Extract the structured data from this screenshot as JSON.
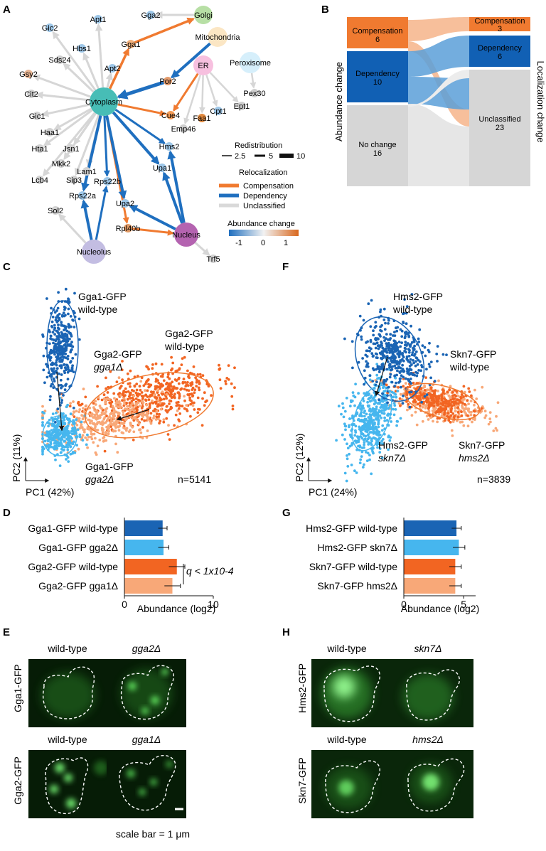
{
  "panels": {
    "A": "A",
    "B": "B",
    "C": "C",
    "D": "D",
    "E": "E",
    "F": "F",
    "G": "G",
    "H": "H"
  },
  "network": {
    "compartments": [
      {
        "id": "golgi",
        "label": "Golgi",
        "color": "#b7dfa5"
      },
      {
        "id": "mito",
        "label": "Mitochondria",
        "color": "#fbe6c4"
      },
      {
        "id": "er",
        "label": "ER",
        "color": "#f7c0df"
      },
      {
        "id": "perox",
        "label": "Peroxisome",
        "color": "#d6effb"
      },
      {
        "id": "cyto",
        "label": "Cytoplasm",
        "color": "#47bdb6"
      },
      {
        "id": "nucleus",
        "label": "Nucleus",
        "color": "#b463b0"
      },
      {
        "id": "nucleolus",
        "label": "Nucleolus",
        "color": "#c3bde2"
      }
    ],
    "proteins": [
      {
        "label": "Gga2",
        "color": "#9ec7e8"
      },
      {
        "label": "Apt1",
        "color": "#9ec7e8"
      },
      {
        "label": "Gic2",
        "color": "#9ec7e8"
      },
      {
        "label": "Hbs1",
        "color": "#9ec7e8"
      },
      {
        "label": "Gga1",
        "color": "#f3b27e"
      },
      {
        "label": "Sds24",
        "color": "#cfcfcf"
      },
      {
        "label": "Apt2",
        "color": "#9ec7e8"
      },
      {
        "label": "Gsy2",
        "color": "#e8b593"
      },
      {
        "label": "Por2",
        "color": "#e39b6c"
      },
      {
        "label": "Cit2",
        "color": "#d2d2d2"
      },
      {
        "label": "Pex30",
        "color": "#cfcfcf"
      },
      {
        "label": "Ept1",
        "color": "#cfcfcf"
      },
      {
        "label": "Cpt1",
        "color": "#9ec7e8"
      },
      {
        "label": "Faa1",
        "color": "#e0883d"
      },
      {
        "label": "Gic1",
        "color": "#d2d2d2"
      },
      {
        "label": "Cue4",
        "color": "#f39a55"
      },
      {
        "label": "Emp46",
        "color": "#cfcfcf"
      },
      {
        "label": "Haa1",
        "color": "#d2d2d2"
      },
      {
        "label": "Hta1",
        "color": "#d2d2d2"
      },
      {
        "label": "Jsn1",
        "color": "#d2d2d2"
      },
      {
        "label": "Mkk2",
        "color": "#d2d2d2"
      },
      {
        "label": "Lcb4",
        "color": "#d2d2d2"
      },
      {
        "label": "Hms2",
        "color": "#9ec7e8"
      },
      {
        "label": "Sip3",
        "color": "#d2d2d2"
      },
      {
        "label": "Lam1",
        "color": "#d2d2d2"
      },
      {
        "label": "Rps22b",
        "color": "#9ec7e8"
      },
      {
        "label": "Upa1",
        "color": "#9ec7e8"
      },
      {
        "label": "Rps22a",
        "color": "#9ec7e8"
      },
      {
        "label": "Sol2",
        "color": "#d2d2d2"
      },
      {
        "label": "Upa2",
        "color": "#9ec7e8"
      },
      {
        "label": "Rpl40b",
        "color": "#e09a66"
      },
      {
        "label": "Trf5",
        "color": "#d2d2d2"
      }
    ],
    "legend": {
      "redistribution_title": "Redistribution",
      "redistribution_values": [
        "2.5",
        "5",
        "10"
      ],
      "relocalization_title": "Relocalization",
      "relocalization_items": [
        {
          "label": "Compensation",
          "color": "#f07a30"
        },
        {
          "label": "Dependency",
          "color": "#1f6fbf"
        },
        {
          "label": "Unclassified",
          "color": "#d9d9d9"
        }
      ],
      "abundance_title": "Abundance change",
      "abundance_ticks": [
        "-1",
        "0",
        "1"
      ]
    }
  },
  "sankey": {
    "left_axis_label": "Abundance change",
    "right_axis_label": "Localization change",
    "left": [
      {
        "label": "Compensation",
        "count": "6",
        "color": "#f07a30"
      },
      {
        "label": "Dependency",
        "count": "10",
        "color": "#1160b4"
      },
      {
        "label": "No change",
        "count": "16",
        "color": "#d6d6d6"
      }
    ],
    "right": [
      {
        "label": "Compensation",
        "count": "3",
        "color": "#f07a30"
      },
      {
        "label": "Dependency",
        "count": "6",
        "color": "#1160b4"
      },
      {
        "label": "Unclassified",
        "count": "23",
        "color": "#d6d6d6"
      }
    ]
  },
  "pca_C": {
    "labels": {
      "g1wt_a": "Gga1-GFP",
      "g1wt_b": "wild-type",
      "g2g1_a": "Gga2-GFP",
      "g2g1_b": "gga1Δ",
      "g2wt_a": "Gga2-GFP",
      "g2wt_b": "wild-type",
      "g1g2_a": "Gga1-GFP",
      "g1g2_b": "gga2Δ"
    },
    "n": "n=5141",
    "xaxis": "PC1 (42%)",
    "yaxis": "PC2 (11%)"
  },
  "pca_F": {
    "labels": {
      "h2wt_a": "Hms2-GFP",
      "h2wt_b": "wild-type",
      "s7wt_a": "Skn7-GFP",
      "s7wt_b": "wild-type",
      "h2s7_a": "Hms2-GFP",
      "h2s7_b": "skn7Δ",
      "s7h2_a": "Skn7-GFP",
      "s7h2_b": "hms2Δ"
    },
    "n": "n=3839",
    "xaxis": "PC1 (24%)",
    "yaxis": "PC2 (12%)"
  },
  "chart_data": [
    {
      "type": "bar",
      "orientation": "horizontal",
      "categories": [
        "Gga1-GFP wild-type",
        "Gga1-GFP gga2Δ",
        "Gga2-GFP wild-type",
        "Gga2-GFP gga1Δ"
      ],
      "values": [
        4.3,
        4.4,
        5.9,
        5.4
      ],
      "errors": [
        0.5,
        0.6,
        0.9,
        0.9
      ],
      "colors": [
        "#1a64b4",
        "#46b6ee",
        "#f26522",
        "#f8a878"
      ],
      "xlabel": "Abundance (log2)",
      "xlim": [
        0,
        10
      ],
      "xticks": [
        "0",
        "10"
      ],
      "annotation": "q < 1x10-4"
    },
    {
      "type": "bar",
      "orientation": "horizontal",
      "categories": [
        "Hms2-GFP wild-type",
        "Hms2-GFP skn7Δ",
        "Skn7-GFP wild-type",
        "Skn7-GFP hms2Δ"
      ],
      "values": [
        4.4,
        4.6,
        4.3,
        4.3
      ],
      "errors": [
        0.4,
        0.5,
        0.5,
        0.5
      ],
      "colors": [
        "#1a64b4",
        "#46b6ee",
        "#f26522",
        "#f8a878"
      ],
      "xlabel": "Abundance (log2)",
      "xlim": [
        0,
        6
      ],
      "xticks": [
        "0",
        "5"
      ]
    }
  ],
  "micro_E": {
    "row_labels": [
      "Gga1-GFP",
      "Gga2-GFP"
    ],
    "col_labels": [
      "wild-type",
      "gga2Δ",
      "wild-type",
      "gga1Δ"
    ],
    "scalebar": "scale bar = 1 μm"
  },
  "micro_H": {
    "row_labels": [
      "Hms2-GFP",
      "Skn7-GFP"
    ],
    "col_labels": [
      "wild-type",
      "skn7Δ",
      "wild-type",
      "hms2Δ"
    ]
  }
}
